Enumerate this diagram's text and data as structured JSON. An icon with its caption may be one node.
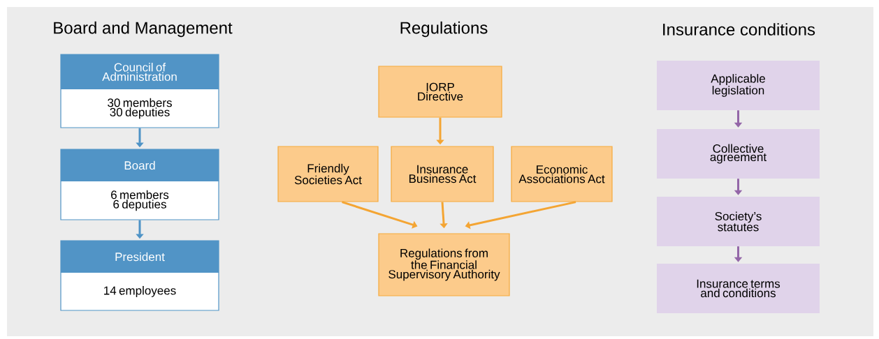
{
  "diagram": {
    "labels": [
      "Board and Management",
      "Regulations",
      "Insurance conditions"
    ],
    "nodes": [
      {
        "text": [
          "Council of Administration",
          "30 members 30 deputies"
        ]
      },
      {
        "text": [
          "Board",
          "6 members 6 deputies"
        ]
      },
      {
        "text": [
          "President",
          "14 employees"
        ]
      },
      {
        "text": [
          "IORP Directive"
        ]
      },
      {
        "text": [
          "Friendly Societies Act"
        ]
      },
      {
        "text": [
          "Insurance Business Act"
        ]
      },
      {
        "text": [
          "Economic Associations Act"
        ]
      },
      {
        "text": [
          "Regulations from the Financial Supervisory Authority"
        ]
      },
      {
        "text": [
          "Applicable legislation"
        ]
      },
      {
        "text": [
          "Collective agreement"
        ]
      },
      {
        "text": [
          "Society’s statutes"
        ]
      },
      {
        "text": [
          "Insurance terms and conditions"
        ]
      }
    ],
    "edges": [
      {
        "from": 0,
        "to": 1,
        "arrow": "to",
        "color": "#4f93c6"
      },
      {
        "from": 1,
        "to": 2,
        "arrow": "to",
        "color": "#4f93c6"
      },
      {
        "from": 3,
        "to": 5,
        "arrow": "to",
        "color": "#f4a533"
      },
      {
        "from": 4,
        "to": 7,
        "arrow": "to",
        "color": "#f4a533"
      },
      {
        "from": 5,
        "to": 7,
        "arrow": "to",
        "color": "#f4a533"
      },
      {
        "from": 6,
        "to": 7,
        "arrow": "to",
        "color": "#f4a533"
      },
      {
        "from": 8,
        "to": 9,
        "arrow": "to",
        "color": "#9467a8"
      },
      {
        "from": 9,
        "to": 10,
        "arrow": "to",
        "color": "#9467a8"
      },
      {
        "from": 10,
        "to": 11,
        "arrow": "to",
        "color": "#9467a8"
      }
    ]
  }
}
